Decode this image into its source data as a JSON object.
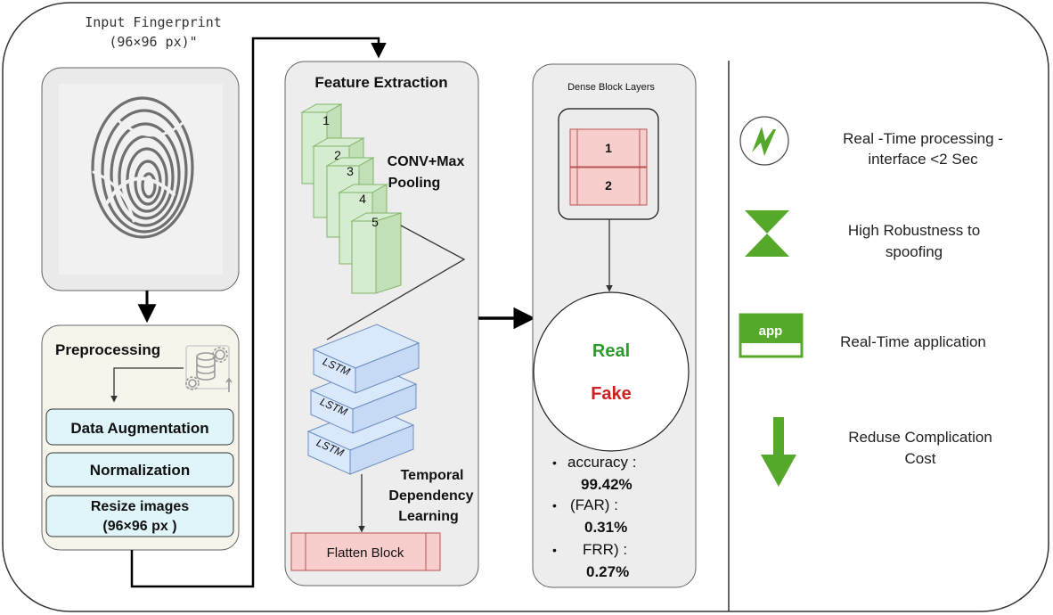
{
  "input": {
    "title_line1": "Input Fingerprint",
    "title_line2": "(96×96 px)\""
  },
  "preprocessing": {
    "title": "Preprocessing",
    "steps": [
      "Data Augmentation",
      "Normalization"
    ],
    "resize_line1": "Resize images",
    "resize_line2": "(96×96 px )"
  },
  "feature_extraction": {
    "title": "Feature Extraction",
    "conv_layers": [
      "1",
      "2",
      "3",
      "4",
      "5"
    ],
    "conv_label_line1": "CONV+Max",
    "conv_label_line2": "Pooling",
    "lstm_layers": [
      "LSTM",
      "LSTM",
      "LSTM"
    ],
    "temporal_line1": "Temporal",
    "temporal_line2": "Dependency",
    "temporal_line3": "Learning",
    "flatten": "Flatten Block"
  },
  "dense": {
    "title": "Dense Block Layers",
    "layers": [
      "1",
      "2"
    ],
    "real": "Real",
    "fake": "Fake",
    "metrics": [
      {
        "label": "accuracy :",
        "value": "99.42%"
      },
      {
        "label": "(FAR) :",
        "value": "0.31%"
      },
      {
        "label": "FRR) :",
        "value": "0.27%"
      }
    ]
  },
  "features": [
    {
      "icon": "lightning-icon",
      "line1": "Real -Time processing -",
      "line2": "interface <2 Sec"
    },
    {
      "icon": "hourglass-icon",
      "line1": "High Robustness to",
      "line2": "spoofing"
    },
    {
      "icon": "app-icon",
      "icon_text": "app",
      "line1": "Real-Time application",
      "line2": ""
    },
    {
      "icon": "arrow-down-icon",
      "line1": "Reduse Complication",
      "line2": "Cost"
    }
  ],
  "colors": {
    "real": "#2e9a2e",
    "fake": "#cc2222",
    "icon_green": "#55a82a",
    "conv_fill": "#d5ecd0",
    "conv_stroke": "#82b366",
    "lstm_fill": "#dae8fc",
    "lstm_stroke": "#6c8ebf",
    "block_fill": "#f8cecc",
    "block_stroke": "#b85450",
    "cyan": "#dff5f9"
  }
}
